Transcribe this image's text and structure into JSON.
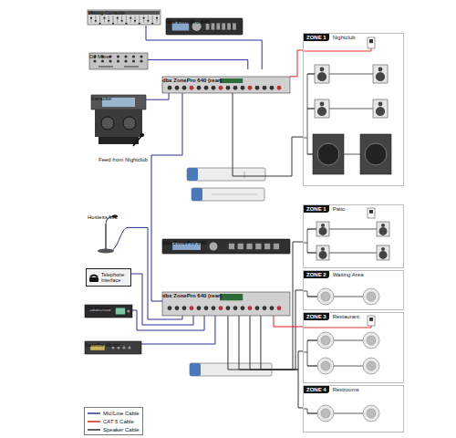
{
  "diagram": {
    "nodes": [
      {
        "text": [
          "Mixing Console"
        ]
      },
      {
        "text": [
          "dbx ZonePro 640"
        ]
      },
      {
        "text": [
          "ZONE 1",
          "Nightclub"
        ]
      },
      {
        "text": [
          "DJ Mixer"
        ]
      },
      {
        "text": [
          "dbx ZonePro 640 (rear)"
        ]
      },
      {
        "text": [
          "Karaoke"
        ]
      },
      {
        "text": [
          "ZONE 1",
          "Patio"
        ]
      },
      {
        "text": [
          "Hostess Mic"
        ]
      },
      {
        "text": [
          "dbx ZonePro 640"
        ]
      },
      {
        "text": [
          "Phone Paging",
          "Telephone Interface"
        ]
      },
      {
        "text": [
          "ZONE 2",
          "Waiting Area"
        ]
      },
      {
        "text": [
          "dbx ZonePro 640 (rear)"
        ]
      },
      {
        "text": [
          "CD Player"
        ]
      },
      {
        "text": [
          "ZONE 3",
          "Restaurant"
        ]
      },
      {
        "text": [
          "Satellite Music"
        ]
      },
      {
        "text": [
          "ZONE 4",
          "Restrooms"
        ]
      }
    ],
    "edges": [
      {
        "from": 0,
        "to": 4,
        "arrow": "none"
      },
      {
        "from": 3,
        "to": 4,
        "arrow": "none"
      },
      {
        "from": 5,
        "to": 4,
        "arrow": "none"
      },
      {
        "from": 4,
        "to": 2,
        "arrow": "none"
      },
      {
        "from": 4,
        "to": 2,
        "arrow": "none"
      },
      {
        "from": 4,
        "to": 11,
        "arrow": "none",
        "label": "Feed from Nightclub"
      },
      {
        "from": 7,
        "to": 11,
        "arrow": "none"
      },
      {
        "from": 9,
        "to": 11,
        "arrow": "none"
      },
      {
        "from": 12,
        "to": 11,
        "arrow": "none"
      },
      {
        "from": 14,
        "to": 11,
        "arrow": "none"
      },
      {
        "from": 11,
        "to": 6,
        "arrow": "none"
      },
      {
        "from": 11,
        "to": 10,
        "arrow": "none"
      },
      {
        "from": 11,
        "to": 13,
        "arrow": "none"
      },
      {
        "from": 11,
        "to": 15,
        "arrow": "none"
      },
      {
        "from": 11,
        "to": 13,
        "arrow": "none"
      }
    ],
    "legend": [
      {
        "text": "Mic/Line Cable"
      },
      {
        "text": "CAT 5 Cable"
      },
      {
        "text": "Speaker Cable"
      }
    ]
  }
}
